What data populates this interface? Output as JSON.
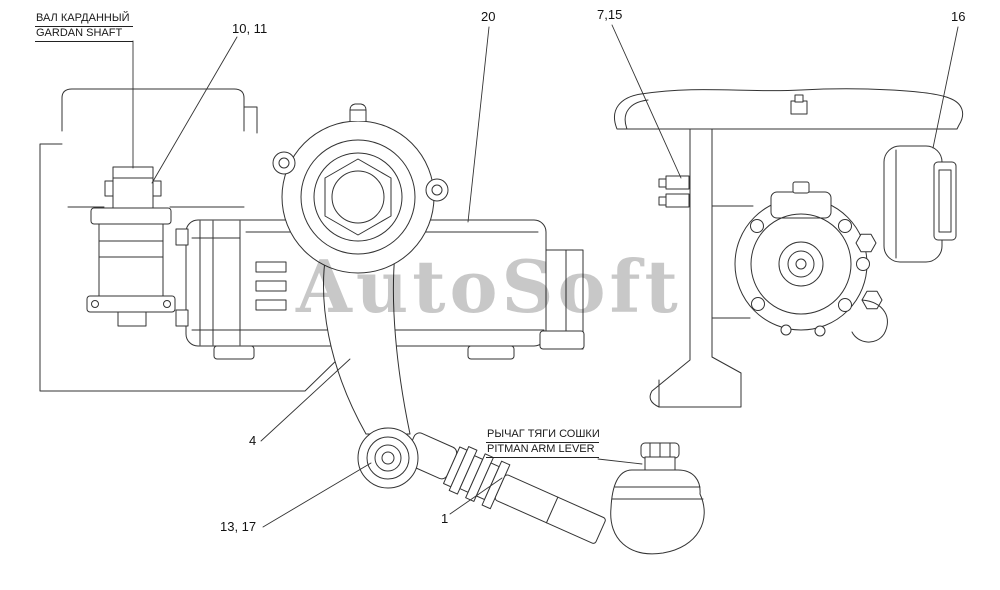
{
  "colors": {
    "background": "#ffffff",
    "line_art": "#333333",
    "watermark": "#c8c8c8"
  },
  "watermark": {
    "text": "AutoSoft"
  },
  "labels": {
    "gardan_shaft": {
      "ru": "ВАЛ КАРДАННЫЙ",
      "en": "GARDAN SHAFT"
    },
    "pitman_arm_lever": {
      "ru": "РЫЧАГ ТЯГИ СОШКИ",
      "en": "PITMAN ARM LEVER"
    }
  },
  "callouts": {
    "c10_11": "10, 11",
    "c20": "20",
    "c7_15": "7,15",
    "c16": "16",
    "c4": "4",
    "c13_17": "13, 17",
    "c1": "1"
  }
}
